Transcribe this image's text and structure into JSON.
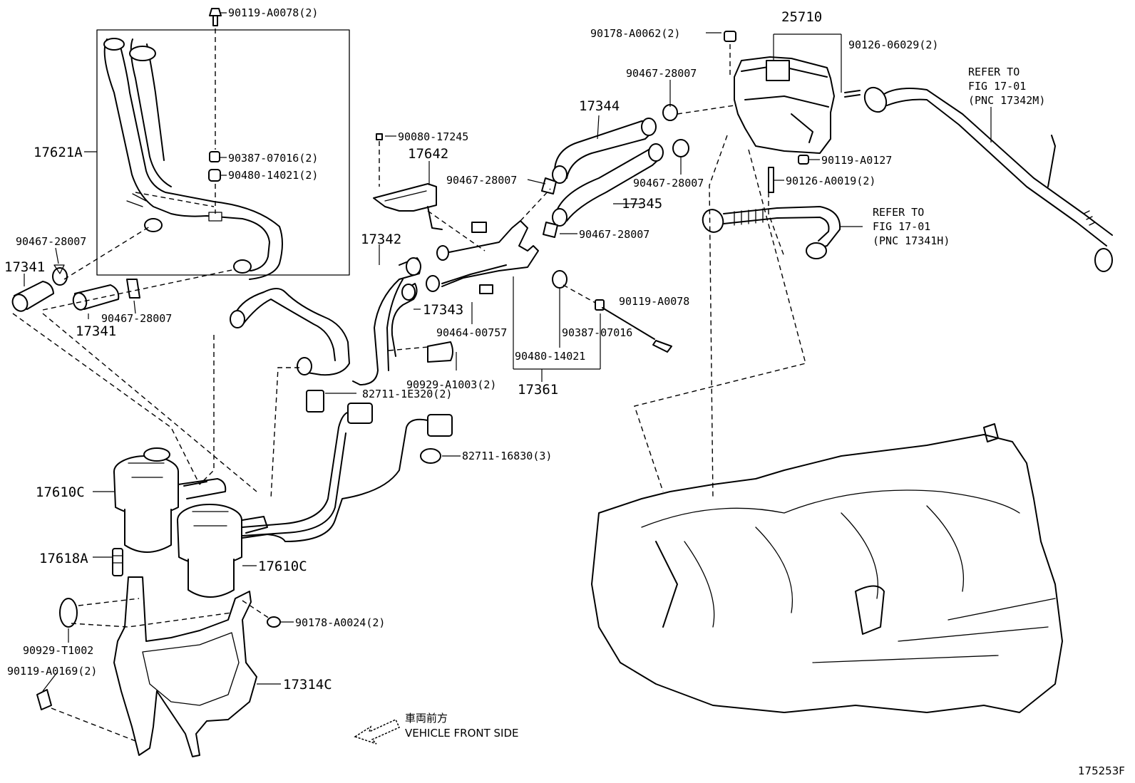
{
  "labels": {
    "p90119_A0078_2": "90119-A0078(2)",
    "p90387_07016_2": "90387-07016(2)",
    "p90480_14021_2": "90480-14021(2)",
    "p17621A": "17621A",
    "p90467_28007_a": "90467-28007",
    "p17341_a": "17341",
    "p90467_28007_b": "90467-28007",
    "p17341_b": "17341",
    "p90080_17245": "90080-17245",
    "p17642": "17642",
    "p90467_28007_c": "90467-28007",
    "p17342": "17342",
    "p17343": "17343",
    "p90464_00757": "90464-00757",
    "p90929_A1003_2": "90929-A1003(2)",
    "p82711_1E320_2": "82711-1E320(2)",
    "p82711_16830_3": "82711-16830(3)",
    "p90480_14021": "90480-14021",
    "p17361": "17361",
    "p90387_07016": "90387-07016",
    "p90119_A0078": "90119-A0078",
    "p17344": "17344",
    "p90467_28007_d": "90467-28007",
    "p90467_28007_e": "90467-28007",
    "p17345": "17345",
    "p90467_28007_f": "90467-28007",
    "p90178_A0062_2": "90178-A0062(2)",
    "p25710": "25710",
    "p90126_06029_2": "90126-06029(2)",
    "p90119_A0127": "90119-A0127",
    "p90126_A0019_2": "90126-A0019(2)",
    "p17610C_a": "17610C",
    "p17610C_b": "17610C",
    "p17618A": "17618A",
    "p90929_T1002": "90929-T1002",
    "p90119_A0169_2": "90119-A0169(2)",
    "p90178_A0024_2": "90178-A0024(2)",
    "p17314C": "17314C"
  },
  "refer_top": [
    "REFER TO",
    "FIG 17-01",
    "(PNC 17342M)"
  ],
  "refer_mid": [
    "REFER TO",
    "FIG 17-01",
    "(PNC 17341H)"
  ],
  "front_jp": "車両前方",
  "front_en": "VEHICLE FRONT SIDE",
  "figure_number": "175253F"
}
